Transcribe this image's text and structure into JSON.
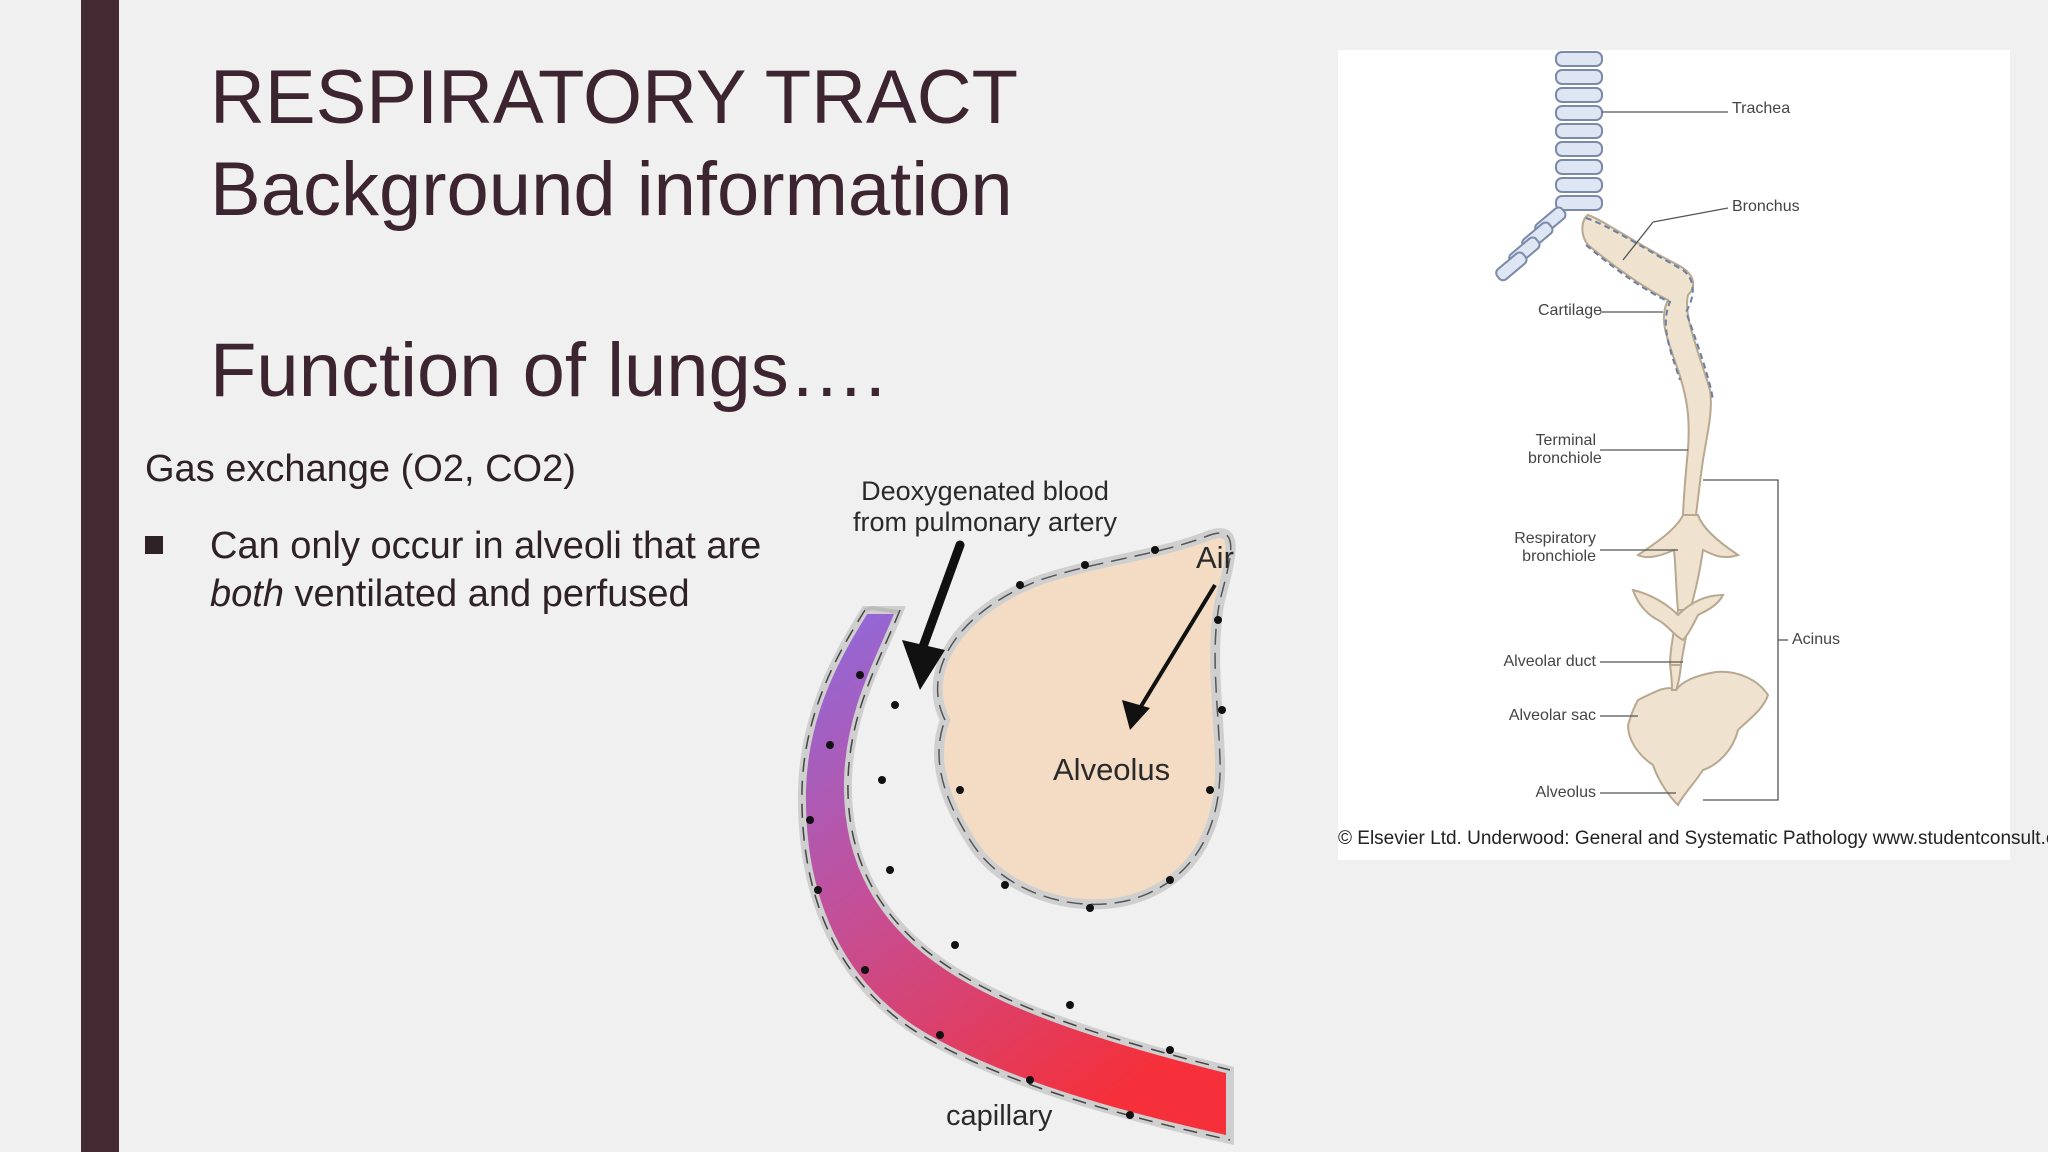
{
  "slide": {
    "title_line1": "RESPIRATORY TRACT",
    "title_line2": "Background information",
    "subtitle": "Function of lungs….",
    "body_heading": "Gas exchange (O2, CO2)",
    "bullet": {
      "before": "Can only occur in alveoli that are ",
      "emphasis": "both",
      "after": " ventilated and perfused"
    }
  },
  "figure_alveolus": {
    "label_deoxy_line1": "Deoxygenated blood",
    "label_deoxy_line2": "from pulmonary artery",
    "label_air": "Air",
    "label_alveolus": "Alveolus",
    "label_capillary": "capillary"
  },
  "figure_airway": {
    "trachea": "Trachea",
    "bronchus": "Bronchus",
    "cartilage": "Cartilage",
    "terminal_line1": "Terminal",
    "terminal_line2": "bronchiole",
    "respiratory_line1": "Respiratory",
    "respiratory_line2": "bronchiole",
    "acinus": "Acinus",
    "alveolar_duct": "Alveolar duct",
    "alveolar_sac": "Alveolar sac",
    "alveolus": "Alveolus",
    "copyright": "© Elsevier Ltd. Underwood: General and Systematic Pathology www.studentconsult.com"
  },
  "colors": {
    "accent_bar": "#432a33",
    "title_text": "#3c2430",
    "background": "#f1f0f0",
    "alveolus_fill": "#f3dcc3",
    "capillary_top": "#8b6be0",
    "capillary_bottom": "#f5303a"
  }
}
